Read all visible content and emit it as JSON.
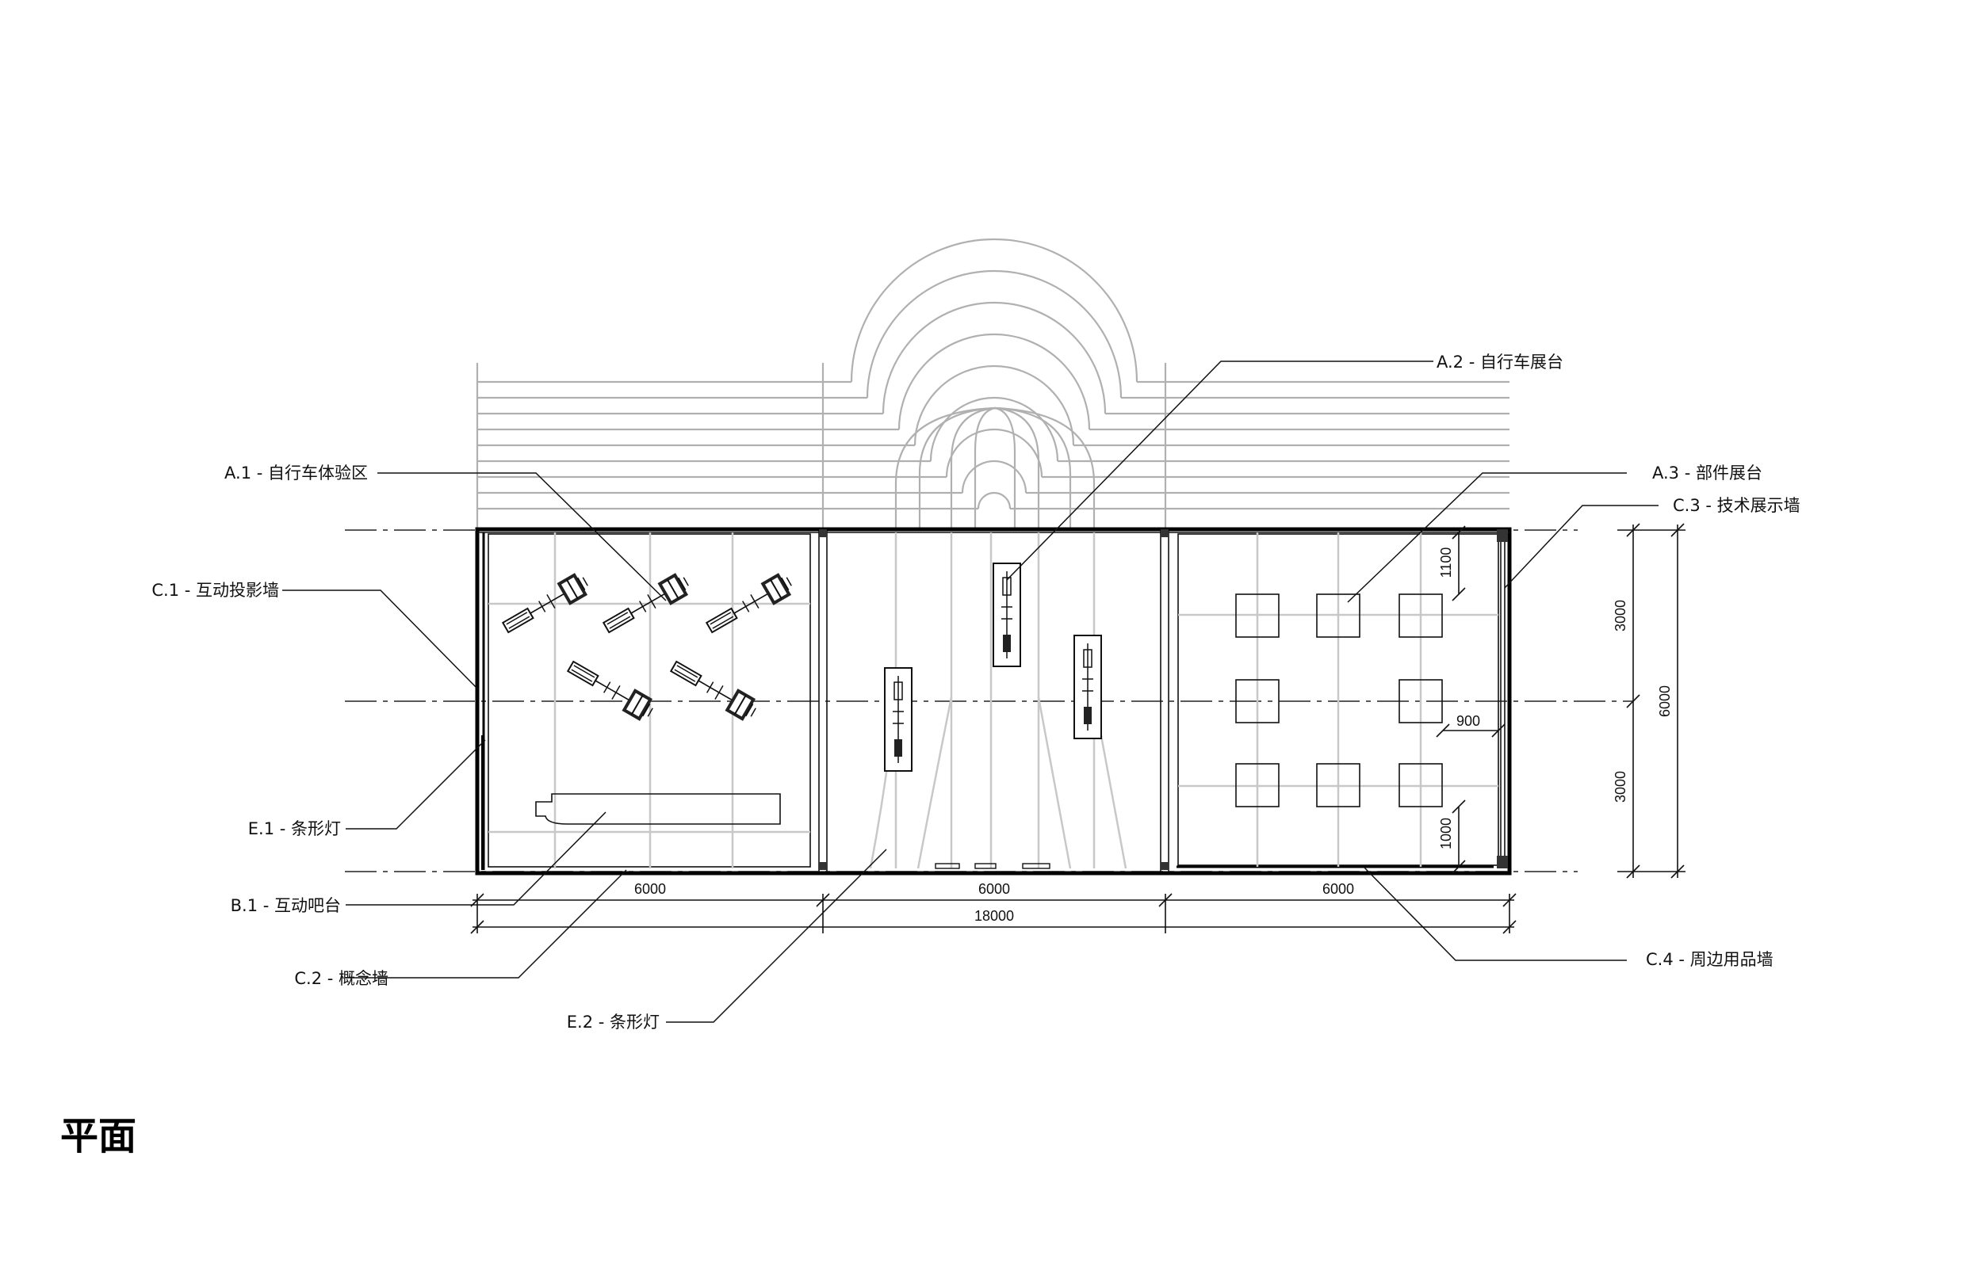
{
  "title": "平面",
  "labels": {
    "a1": "A.1 - 自行车体验区",
    "a2": "A.2 - 自行车展台",
    "a3": "A.3 - 部件展台",
    "b1": "B.1 - 互动吧台",
    "c1": "C.1 - 互动投影墙",
    "c2": "C.2 - 概念墙",
    "c3": "C.3 - 技术展示墙",
    "c4": "C.4 - 周边用品墙",
    "e1": "E.1 - 条形灯",
    "e2": "E.2 - 条形灯"
  },
  "dimensions": {
    "bay1": "6000",
    "bay2": "6000",
    "bay3": "6000",
    "total": "18000",
    "half_top": "3000",
    "half_bottom": "3000",
    "depth": "6000",
    "gap_top": "1100",
    "gap_side": "900",
    "gap_bottom": "1000"
  }
}
